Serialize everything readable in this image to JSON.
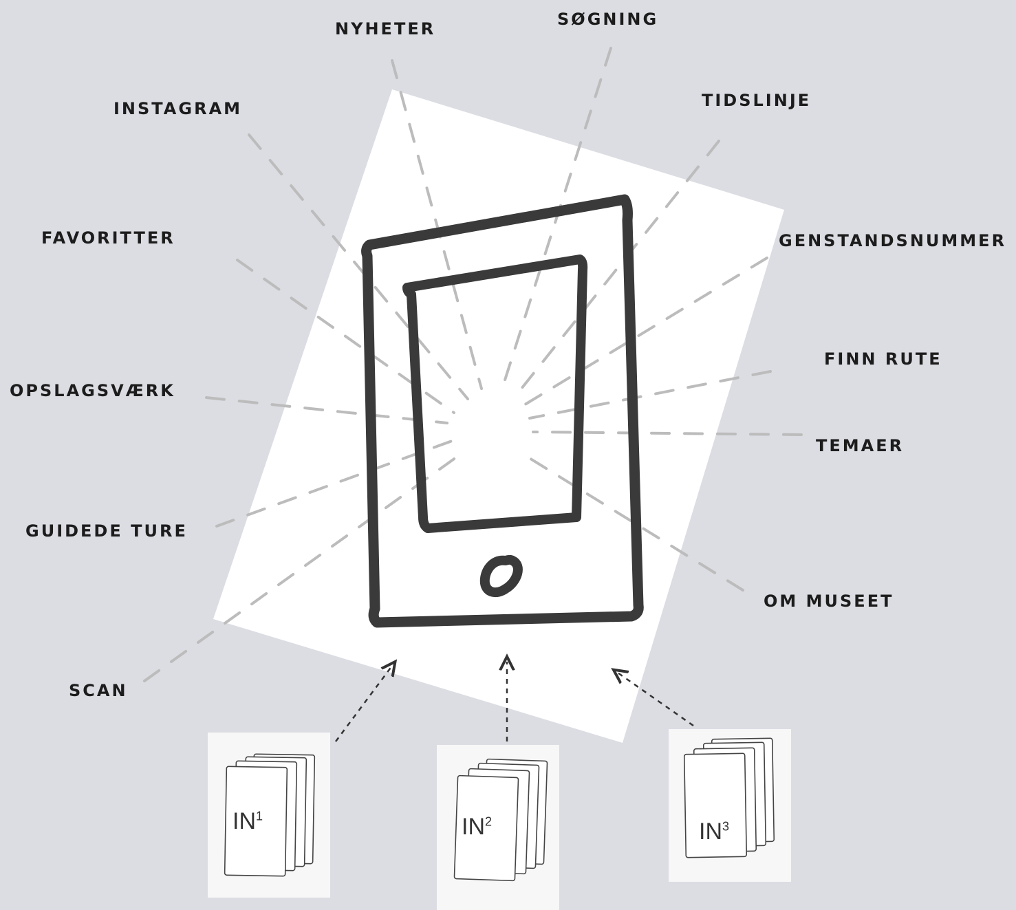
{
  "labels": {
    "nyheter": "NYHETER",
    "sogning": "SØGNING",
    "instagram": "INSTAGRAM",
    "tidslinje": "TIDSLINJE",
    "favoritter": "FAVORITTER",
    "genstandsnummer": "GENSTANDSNUMMER",
    "finn_rute": "FINN RUTE",
    "opslagsvaerk": "OPSLAGSVÆRK",
    "temaer": "TEMAER",
    "guidede_ture": "GUIDEDE TURE",
    "om_museet": "OM MUSEET",
    "scan": "SCAN"
  },
  "inputs": [
    {
      "base": "IN",
      "sup": "1"
    },
    {
      "base": "IN",
      "sup": "2"
    },
    {
      "base": "IN",
      "sup": "3"
    }
  ],
  "colors": {
    "background": "#dcdde3",
    "paper": "#ffffff",
    "ink": "#3a3a3a",
    "dash": "#bdbdbd"
  }
}
